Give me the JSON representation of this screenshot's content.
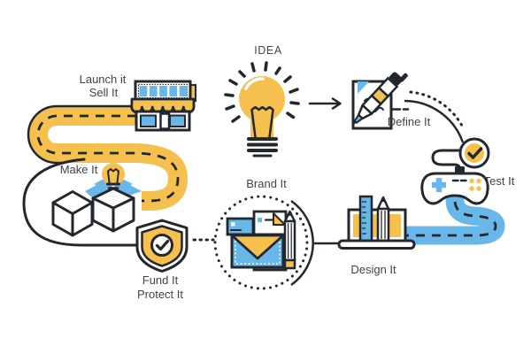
{
  "diagram": {
    "labels": {
      "idea": "IDEA",
      "launch_line1": "Launch it",
      "launch_line2": "Sell It",
      "make": "Make It",
      "fund_line1": "Fund It",
      "fund_line2": "Protect It",
      "brand": "Brand It",
      "design": "Design It",
      "test": "Test It",
      "define": "Define It"
    },
    "colors": {
      "yellow": "#F6C04E",
      "blue": "#68B7E8",
      "outline": "#23272E",
      "label_text": "#3F444C"
    }
  }
}
